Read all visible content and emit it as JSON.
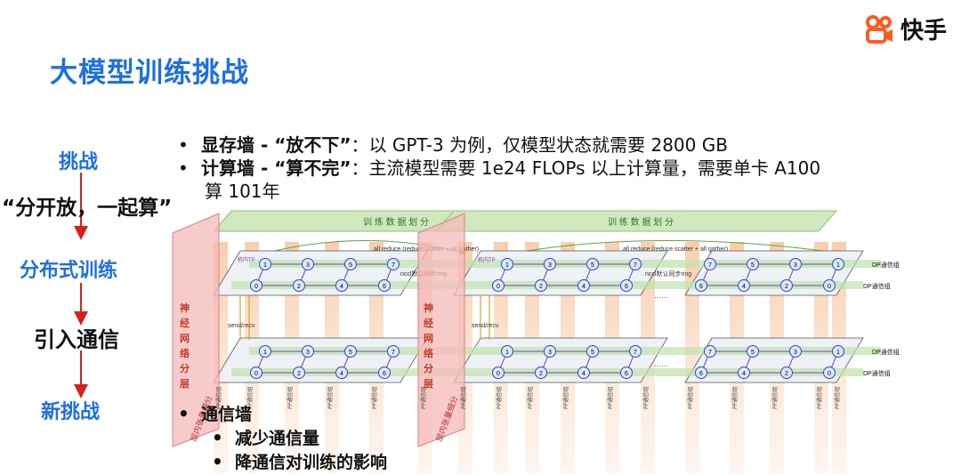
{
  "slide": {
    "title": "大模型训练挑战",
    "logo_text": "快手",
    "accent_color": "#1f6fe0",
    "flow": [
      {
        "label": "挑战"
      },
      {
        "label": "“分开放，一起算”"
      },
      {
        "label": "分布式训练"
      },
      {
        "label": "引入通信"
      },
      {
        "label": "新挑战"
      }
    ],
    "bullets": [
      {
        "bold": "显存墙 - “放不下”",
        "text": "：以 GPT-3 为例，仅模型状态就需要 2800 GB"
      },
      {
        "bold": "计算墙 - “算不完”",
        "text": "：主流模型需要 1e24 FLOPs 以上计算量，需要单卡 A100"
      },
      {
        "bold": "",
        "text": "算 101年"
      }
    ],
    "comm_bullet": {
      "label": "通信墙",
      "items": [
        "减少通信量",
        "降通信对训练的影响"
      ]
    }
  },
  "diagram": {
    "data_split_label": "训 练 数 据 划 分",
    "pipeline_label": "神经网络分层",
    "tensor_label": "层内张量细分",
    "allreduce_label": "all reduce (reduce scatter + all gather)",
    "ring_label": "nccl默认同步ring",
    "sendrecv_label": "send/recv",
    "dp_group_label": "DP通信组",
    "pp_group_label": "PP通信组",
    "tp_label": "机内TP",
    "ellipsis": "……",
    "ring_top": [
      "1",
      "3",
      "5",
      "7"
    ],
    "ring_bottom": [
      "0",
      "2",
      "4",
      "6"
    ],
    "ring_top_rev": [
      "7",
      "5",
      "3",
      "1"
    ],
    "ring_bottom_rev": [
      "6",
      "4",
      "2",
      "0"
    ]
  }
}
